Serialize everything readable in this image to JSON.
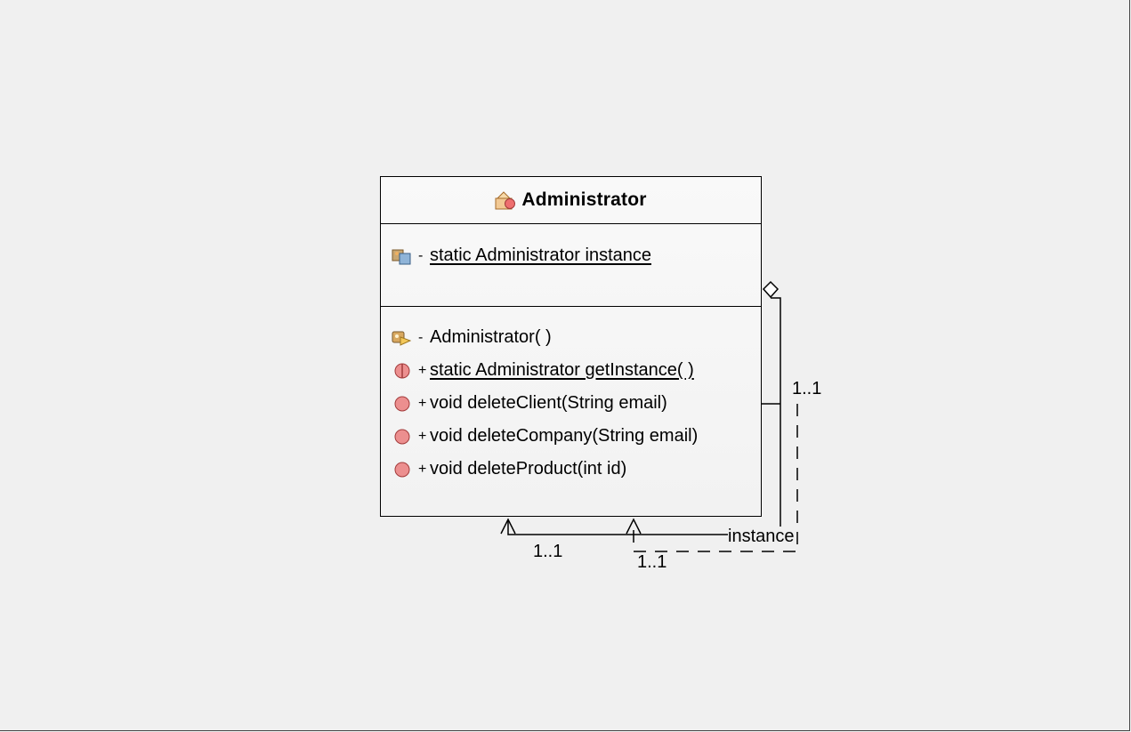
{
  "diagram": {
    "class": {
      "name": "Administrator",
      "class_icon": "class-icon",
      "attributes": [
        {
          "visibility": "-",
          "text": "static Administrator instance",
          "static": true,
          "icon": "static-field-icon"
        }
      ],
      "operations": [
        {
          "visibility": "-",
          "text": "Administrator( )",
          "static": false,
          "icon": "constructor-icon"
        },
        {
          "visibility": "+",
          "text": "static Administrator getInstance( )",
          "static": true,
          "icon": "static-method-icon"
        },
        {
          "visibility": "+",
          "text": "void deleteClient(String email)",
          "static": false,
          "icon": "method-icon"
        },
        {
          "visibility": "+",
          "text": "void deleteCompany(String email)",
          "static": false,
          "icon": "method-icon"
        },
        {
          "visibility": "+",
          "text": "void deleteProduct(int id)",
          "static": false,
          "icon": "method-icon"
        }
      ]
    },
    "self_association": {
      "role_name": "instance",
      "multiplicity_upper_right": "1..1",
      "multiplicity_bottom_left": "1..1",
      "multiplicity_bottom_right": "1..1"
    }
  }
}
